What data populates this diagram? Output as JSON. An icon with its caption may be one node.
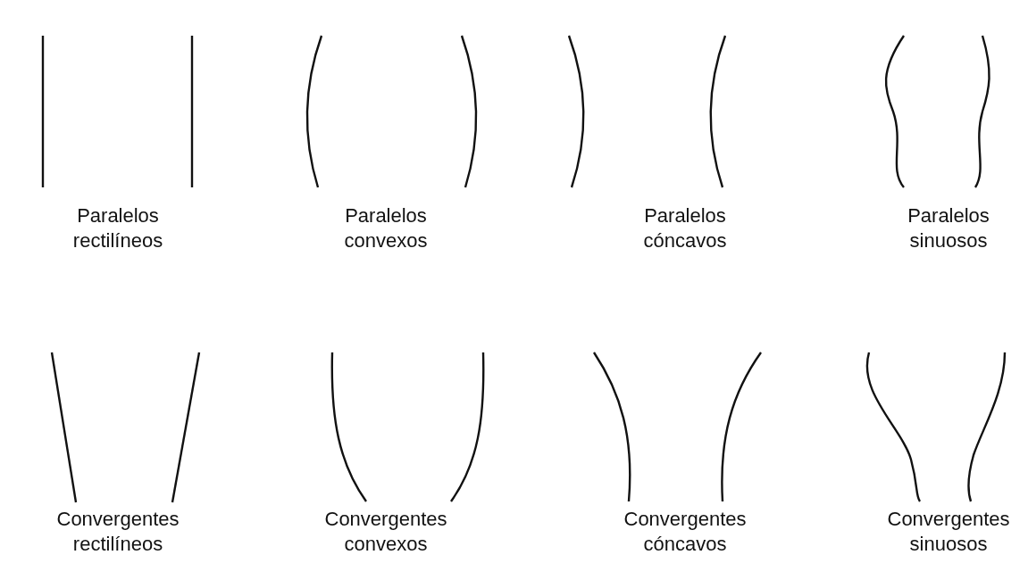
{
  "diagram": {
    "labels": [
      "Paralelos rectilíneos",
      "Paralelos convexos",
      "Paralelos cóncavos",
      "Paralelos sinuosos",
      "Convergentes rectilíneos",
      "Convergentes convexos",
      "Convergentes cóncavos",
      "Convergentes sinuosos"
    ]
  }
}
